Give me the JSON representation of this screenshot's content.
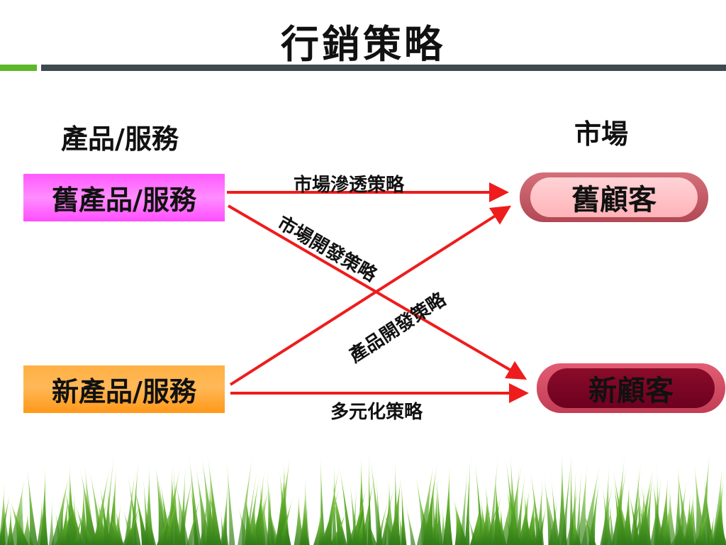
{
  "title": "行銷策略",
  "columns": {
    "left": "產品/服務",
    "right": "市場"
  },
  "products": {
    "old": "舊產品/服務",
    "new": "新產品/服務"
  },
  "markets": {
    "old": "舊顧客",
    "new": "新顧客"
  },
  "strategies": {
    "penetration": "市場滲透策略",
    "market_development": "市場開發策略",
    "product_development": "產品開發策略",
    "diversification": "多元化策略"
  },
  "colors": {
    "arrow": "#ee1c1c",
    "old_product_box": "#ff66ff",
    "new_product_box": "#ffb040",
    "old_customer_pill": "#ffc0c5",
    "new_customer_pill": "#7a0425",
    "accent_green": "#5cb82a",
    "accent_dark": "#3f4a4e"
  }
}
